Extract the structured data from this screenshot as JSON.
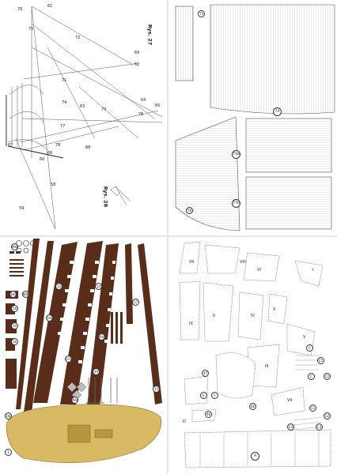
{
  "figure_labels": {
    "fig27": "Rys. 27",
    "fig28": "Rys. 28"
  },
  "rigging_labels": [
    "70",
    "61",
    "72",
    "75",
    "69",
    "62",
    "71",
    "74",
    "64",
    "65",
    "63",
    "73",
    "76",
    "77",
    "78",
    "68",
    "66",
    "60",
    "67",
    "58",
    "59"
  ],
  "deck_labels": {
    "p73": "73",
    "p74": "74",
    "p71b": "71b",
    "p77b": "77b",
    "p76": "76"
  },
  "parts_labels": {
    "p49d": "49d",
    "p15": "15",
    "p14": "14",
    "p18c": "18c",
    "p49b": "49b",
    "p18": "18",
    "p19": "19",
    "p14l": "14L",
    "p16": "16",
    "p17": "17",
    "p49c": "49c",
    "p17l": "17L",
    "p49": "49",
    "p49a": "49a",
    "p13": "13",
    "p18l": "18L",
    "p1": "1"
  },
  "sail_labels": {
    "pI": "I",
    "pVIII": "VIII",
    "pXII": "XII",
    "pVI": "VI",
    "pII": "II",
    "pIX": "IX",
    "pIV": "IV",
    "pX": "X",
    "pIII": "III",
    "pV": "V",
    "pVII": "VII",
    "p47": "47",
    "pE": "E",
    "pF": "F",
    "p46": "46",
    "p48": "48",
    "pD": "D",
    "pA": "A",
    "pC": "C",
    "pC1": "C1",
    "pC2": "C2",
    "pC3": "C3"
  },
  "colors": {
    "wood_dark": "#5a2d1a",
    "wood_mid": "#7a4026",
    "deck_tan": "#d8b964",
    "deck_dark": "#b8963e",
    "line": "#444444"
  }
}
